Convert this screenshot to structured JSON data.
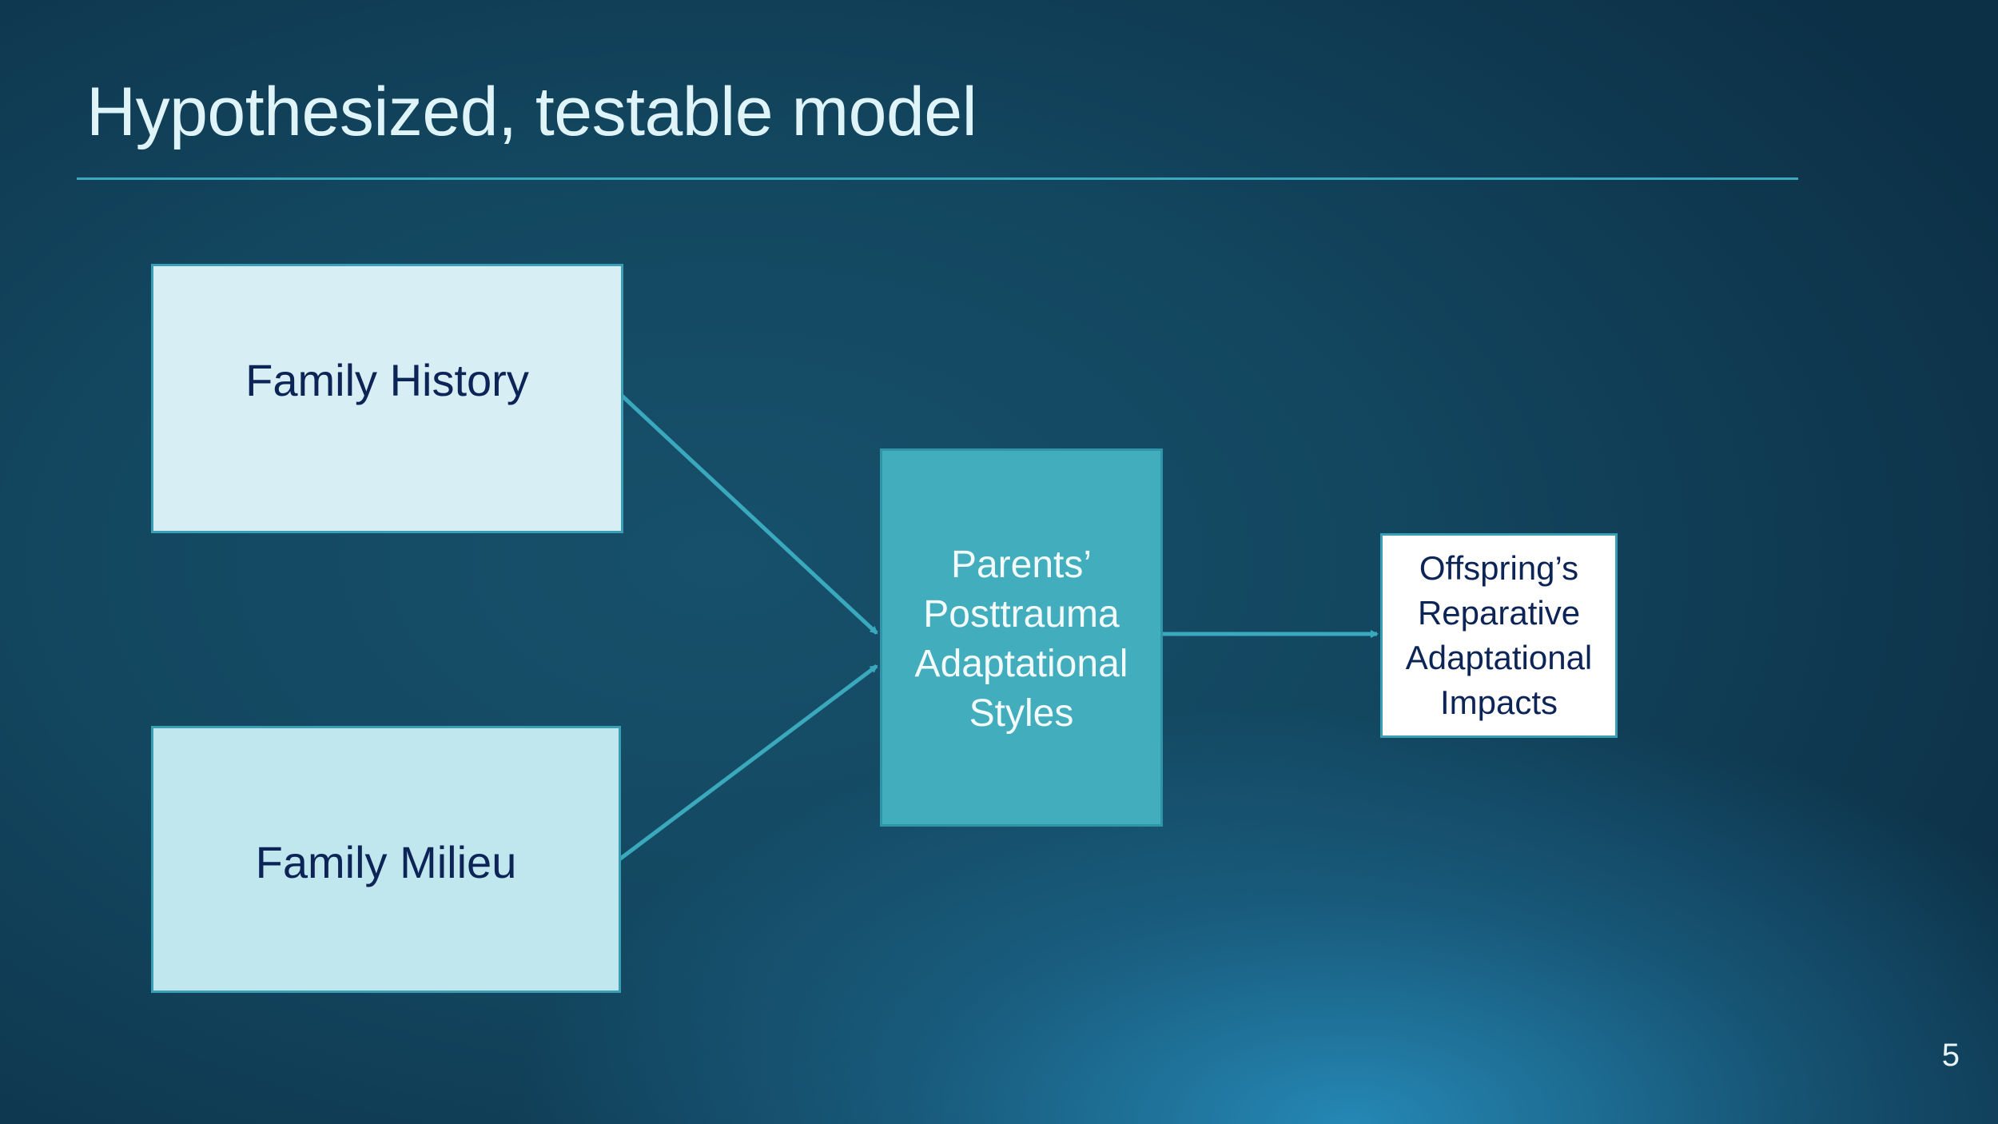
{
  "slide": {
    "title": "Hypothesized, testable model",
    "page_number": "5"
  },
  "diagram": {
    "nodes": {
      "family_history": "Family History",
      "family_milieu": "Family Milieu",
      "parents_styles": "Parents’ Posttrauma Adaptational Styles",
      "offspring_impacts": "Offspring’s Reparative Adaptational Impacts"
    },
    "edges": [
      {
        "from": "family_history",
        "to": "parents_styles"
      },
      {
        "from": "family_milieu",
        "to": "parents_styles"
      },
      {
        "from": "parents_styles",
        "to": "offspring_impacts"
      }
    ],
    "colors": {
      "background": "#134760",
      "title_text": "#dff4f8",
      "rule": "#3aa9bd",
      "arrow": "#3aa9bd",
      "history_fill": "#d6eef4",
      "milieu_fill": "#c0e6ee",
      "parents_fill": "#42adbd",
      "offspring_fill": "#ffffff",
      "node_text_dark": "#0d2456",
      "node_text_light": "#f4fbfd"
    }
  }
}
